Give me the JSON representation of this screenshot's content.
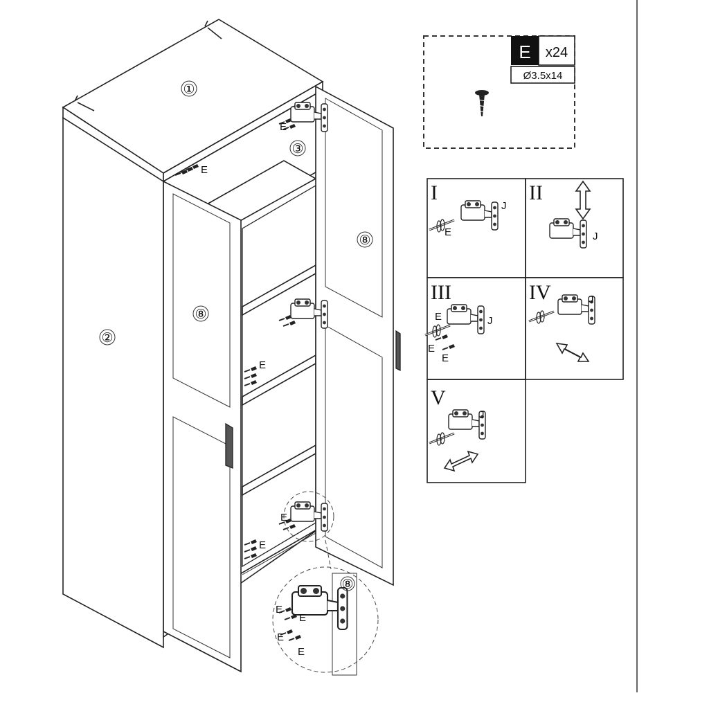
{
  "parts": {
    "top_panel": "①",
    "side_panel": "②",
    "shelf": "③",
    "door_left": "⑧",
    "door_right": "⑧",
    "door_detail": "⑧"
  },
  "fastener": {
    "code": "E",
    "quantity": "x24",
    "size": "Ø3.5x14",
    "icon": "screw-icon"
  },
  "labels": {
    "screw": "E",
    "hinge": "J"
  },
  "steps": [
    {
      "numeral": "I"
    },
    {
      "numeral": "II"
    },
    {
      "numeral": "III"
    },
    {
      "numeral": "IV"
    },
    {
      "numeral": "V"
    }
  ]
}
